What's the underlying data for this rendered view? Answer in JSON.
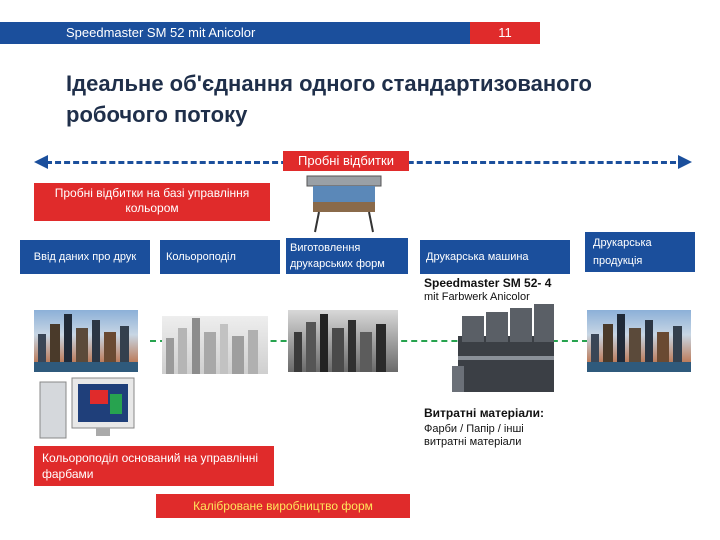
{
  "header": {
    "title": "Speedmaster SM 52 mit Anicolor",
    "page_number": "11"
  },
  "heading": "Ідеальне об'єднання одного стандартизованого робочого потоку",
  "proofs_label": "Пробні відбитки",
  "color_proofs_label": "Пробні відбитки на базі управління кольором",
  "stages": [
    "Ввід даних про друк",
    "Кольороподіл",
    "Виготовлення друкарських форм",
    "Друкарська машина",
    "Друкарська продукція"
  ],
  "press": {
    "name": "Speedmaster SM 52- 4",
    "subtitle": "mit Farbwerk Anicolor"
  },
  "consumables": {
    "title": "Витратні матеріали:",
    "text": "Фарби / Папір / інші витратні матеріали"
  },
  "color_separation_label": "Кольороподіл оснований на управлінні фарбами",
  "plates_label": "Каліброване виробництво форм",
  "colors": {
    "blue": "#1b4f9c",
    "red": "#e02b2b",
    "green": "#27a34f"
  }
}
